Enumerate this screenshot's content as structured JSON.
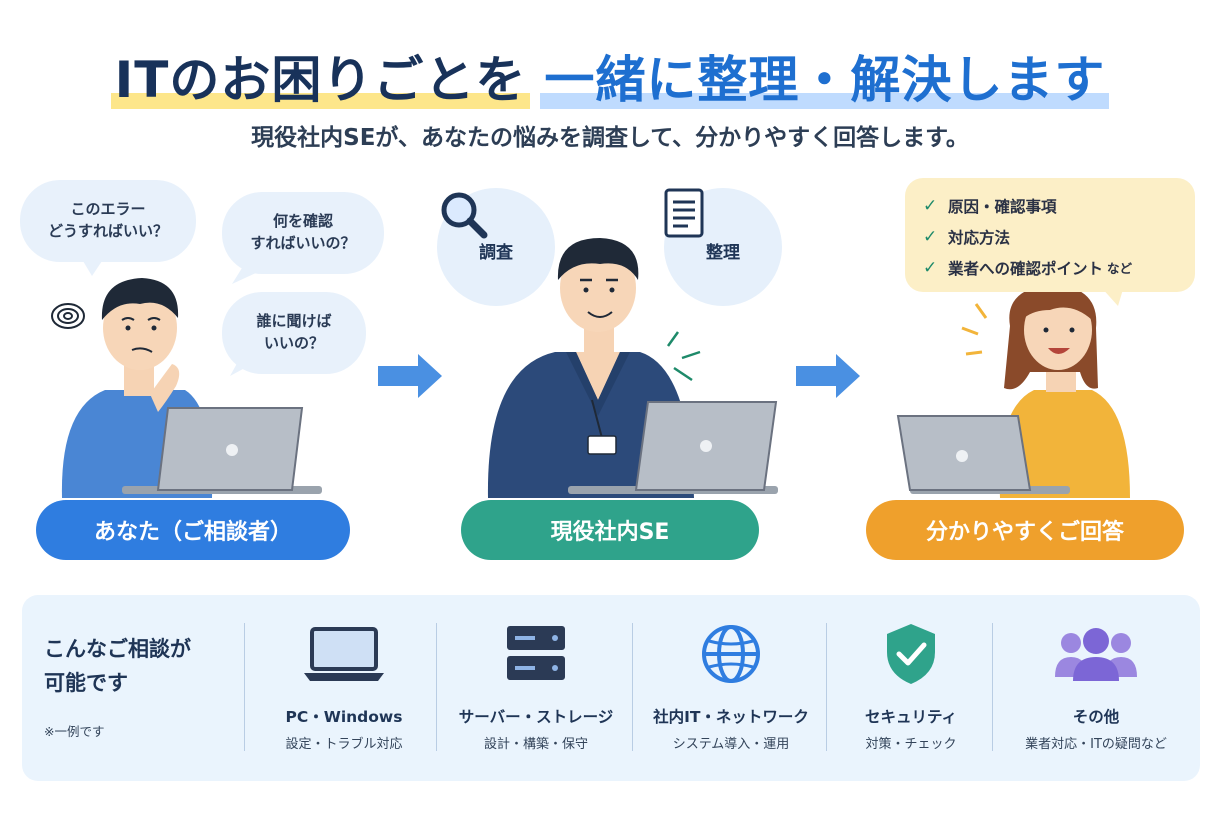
{
  "header": {
    "title_part1": "ITのお困りごとを",
    "title_part2": "一緒に整理・解決します",
    "subtitle": "現役社内SEが、あなたの悩みを調査して、分かりやすく回答します。"
  },
  "left_section": {
    "bubbles": [
      "このエラー\nどうすればいい？",
      "何を確認\nすればいいの？",
      "誰に聞けば\nいいの？"
    ],
    "label": "あなた（ご相談者）"
  },
  "center_section": {
    "icons": [
      {
        "icon": "magnifier-icon",
        "label": "調査"
      },
      {
        "icon": "document-icon",
        "label": "整理"
      }
    ],
    "label": "現役社内SE"
  },
  "right_section": {
    "checklist": [
      "原因・確認事項",
      "対応方法",
      "業者への確認ポイント"
    ],
    "checklist_suffix": "など",
    "label": "分かりやすくご回答"
  },
  "consult_panel": {
    "heading": "こんなご相談が\n可能です",
    "note": "※一例です",
    "categories": [
      {
        "icon": "laptop-icon",
        "name": "PC・Windows",
        "desc": "設定・トラブル対応"
      },
      {
        "icon": "server-icon",
        "name": "サーバー・ストレージ",
        "desc": "設計・構築・保守"
      },
      {
        "icon": "globe-icon",
        "name": "社内IT・ネットワーク",
        "desc": "システム導入・運用"
      },
      {
        "icon": "shield-icon",
        "name": "セキュリティ",
        "desc": "対策・チェック"
      },
      {
        "icon": "people-icon",
        "name": "その他",
        "desc": "業者対応・ITの疑問など"
      }
    ]
  },
  "colors": {
    "accent_blue": "#2f7de0",
    "accent_green": "#2fa38b",
    "accent_orange": "#efa02c",
    "navy": "#1f3556"
  }
}
